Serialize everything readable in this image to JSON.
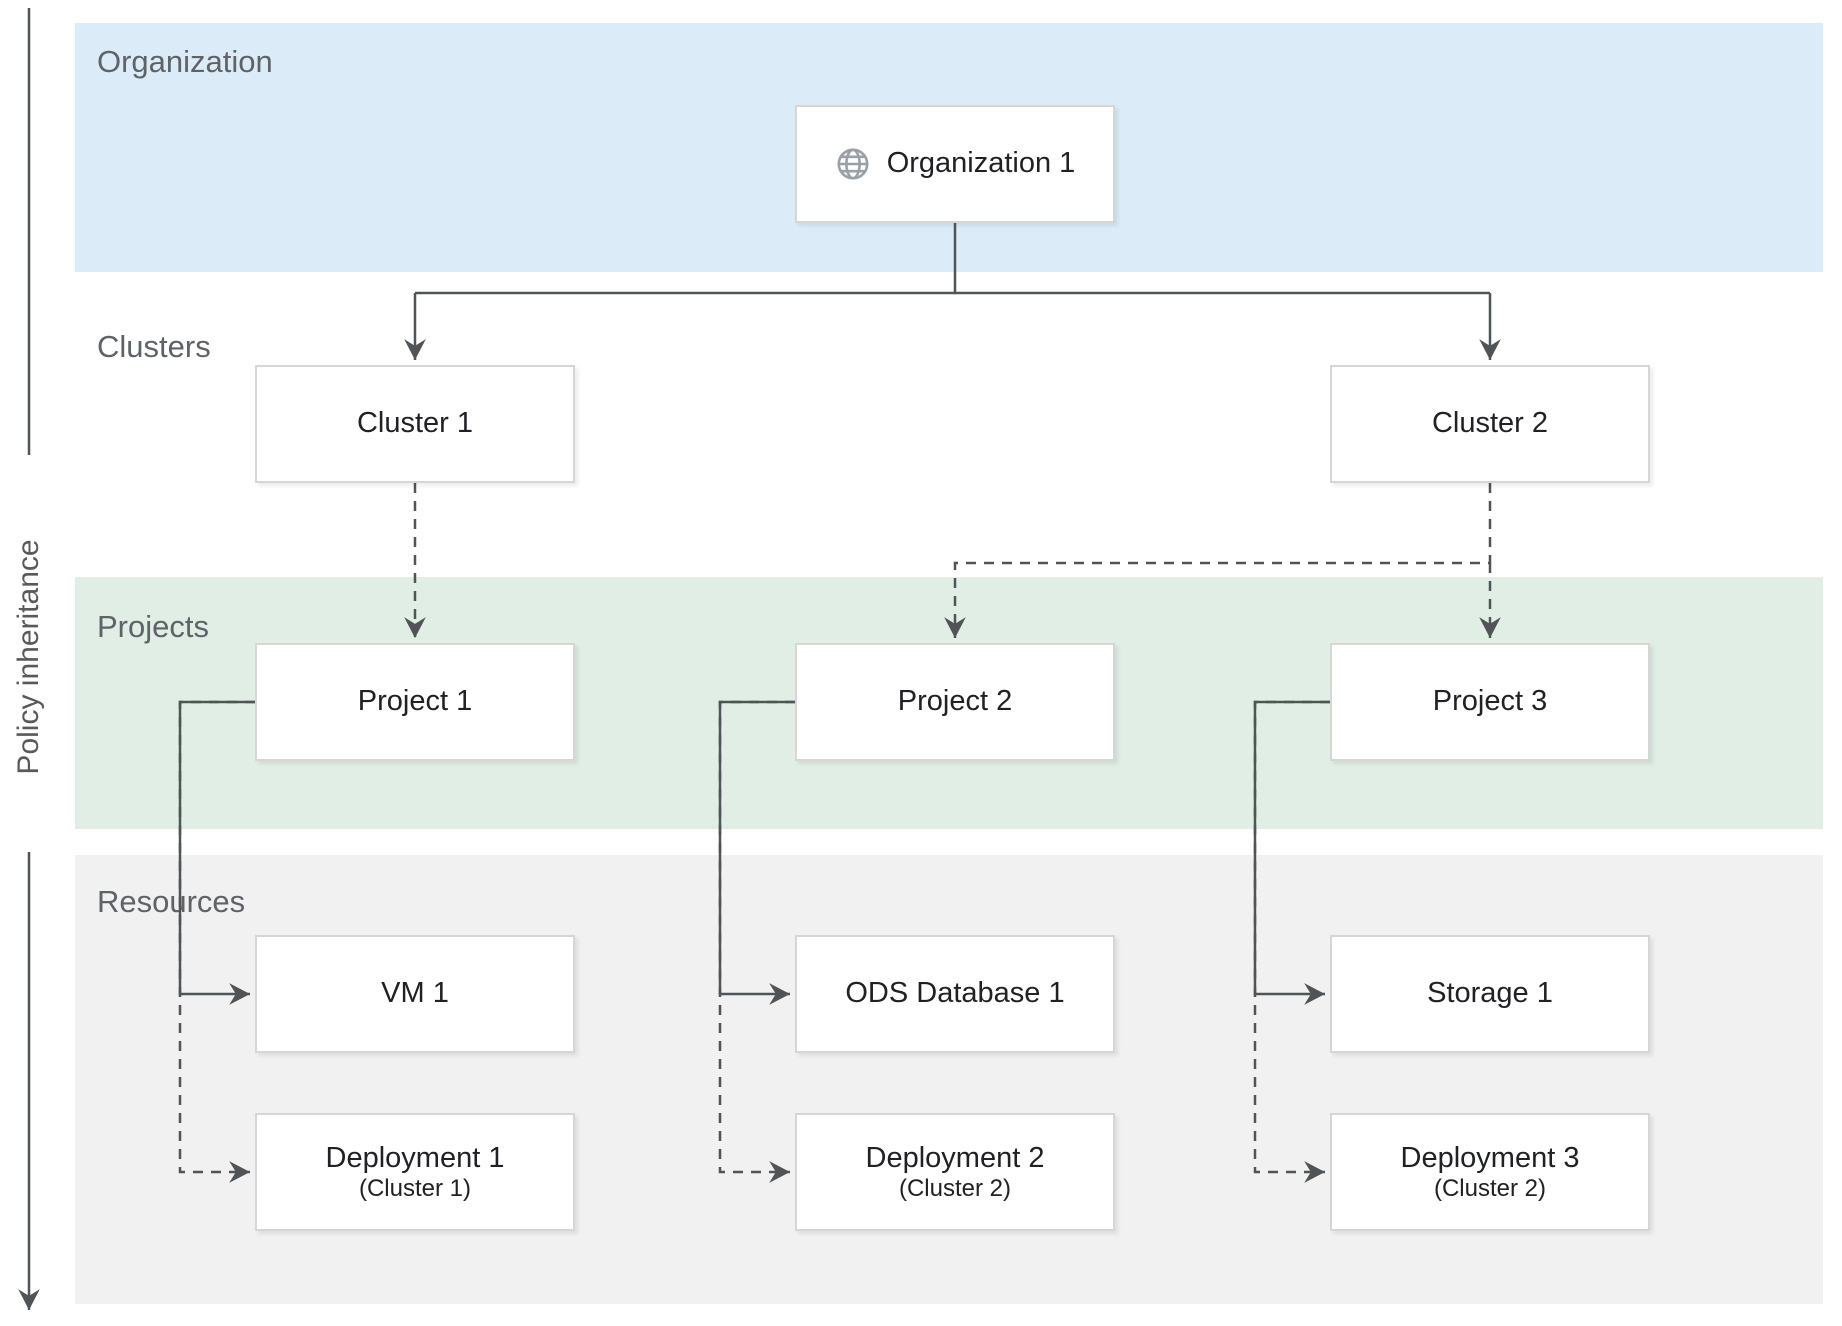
{
  "axis": {
    "label": "Policy inheritance"
  },
  "sections": {
    "organization": {
      "label": "Organization"
    },
    "clusters": {
      "label": "Clusters"
    },
    "projects": {
      "label": "Projects"
    },
    "resources": {
      "label": "Resources"
    }
  },
  "nodes": {
    "org1": {
      "label": "Organization 1",
      "icon": "globe-icon"
    },
    "cluster1": {
      "label": "Cluster 1"
    },
    "cluster2": {
      "label": "Cluster 2"
    },
    "project1": {
      "label": "Project 1"
    },
    "project2": {
      "label": "Project 2"
    },
    "project3": {
      "label": "Project 3"
    },
    "vm1": {
      "label": "VM 1"
    },
    "ods1": {
      "label": "ODS Database 1"
    },
    "storage1": {
      "label": "Storage 1"
    },
    "dep1": {
      "label": "Deployment 1",
      "sublabel": "(Cluster 1)"
    },
    "dep2": {
      "label": "Deployment 2",
      "sublabel": "(Cluster 2)"
    },
    "dep3": {
      "label": "Deployment 3",
      "sublabel": "(Cluster 2)"
    }
  },
  "edges": [
    {
      "from": "Organization 1",
      "to": "Cluster 1",
      "style": "solid"
    },
    {
      "from": "Organization 1",
      "to": "Cluster 2",
      "style": "solid"
    },
    {
      "from": "Cluster 1",
      "to": "Project 1",
      "style": "dashed"
    },
    {
      "from": "Cluster 2",
      "to": "Project 2",
      "style": "dashed"
    },
    {
      "from": "Cluster 2",
      "to": "Project 3",
      "style": "dashed"
    },
    {
      "from": "Project 1",
      "to": "VM 1",
      "style": "solid"
    },
    {
      "from": "Project 1",
      "to": "Deployment 1",
      "style": "dashed"
    },
    {
      "from": "Project 2",
      "to": "ODS Database 1",
      "style": "solid"
    },
    {
      "from": "Project 2",
      "to": "Deployment 2",
      "style": "dashed"
    },
    {
      "from": "Project 3",
      "to": "Storage 1",
      "style": "solid"
    },
    {
      "from": "Project 3",
      "to": "Deployment 3",
      "style": "dashed"
    }
  ],
  "colors": {
    "organization_band": "#dbecf8",
    "projects_band": "#e0eee6",
    "resources_band": "#f1f1f1",
    "connector": "#515457",
    "node_border": "#d6d6d6",
    "node_text": "#202124",
    "section_label": "#5f6368",
    "globe_icon": "#9aa0a6"
  }
}
